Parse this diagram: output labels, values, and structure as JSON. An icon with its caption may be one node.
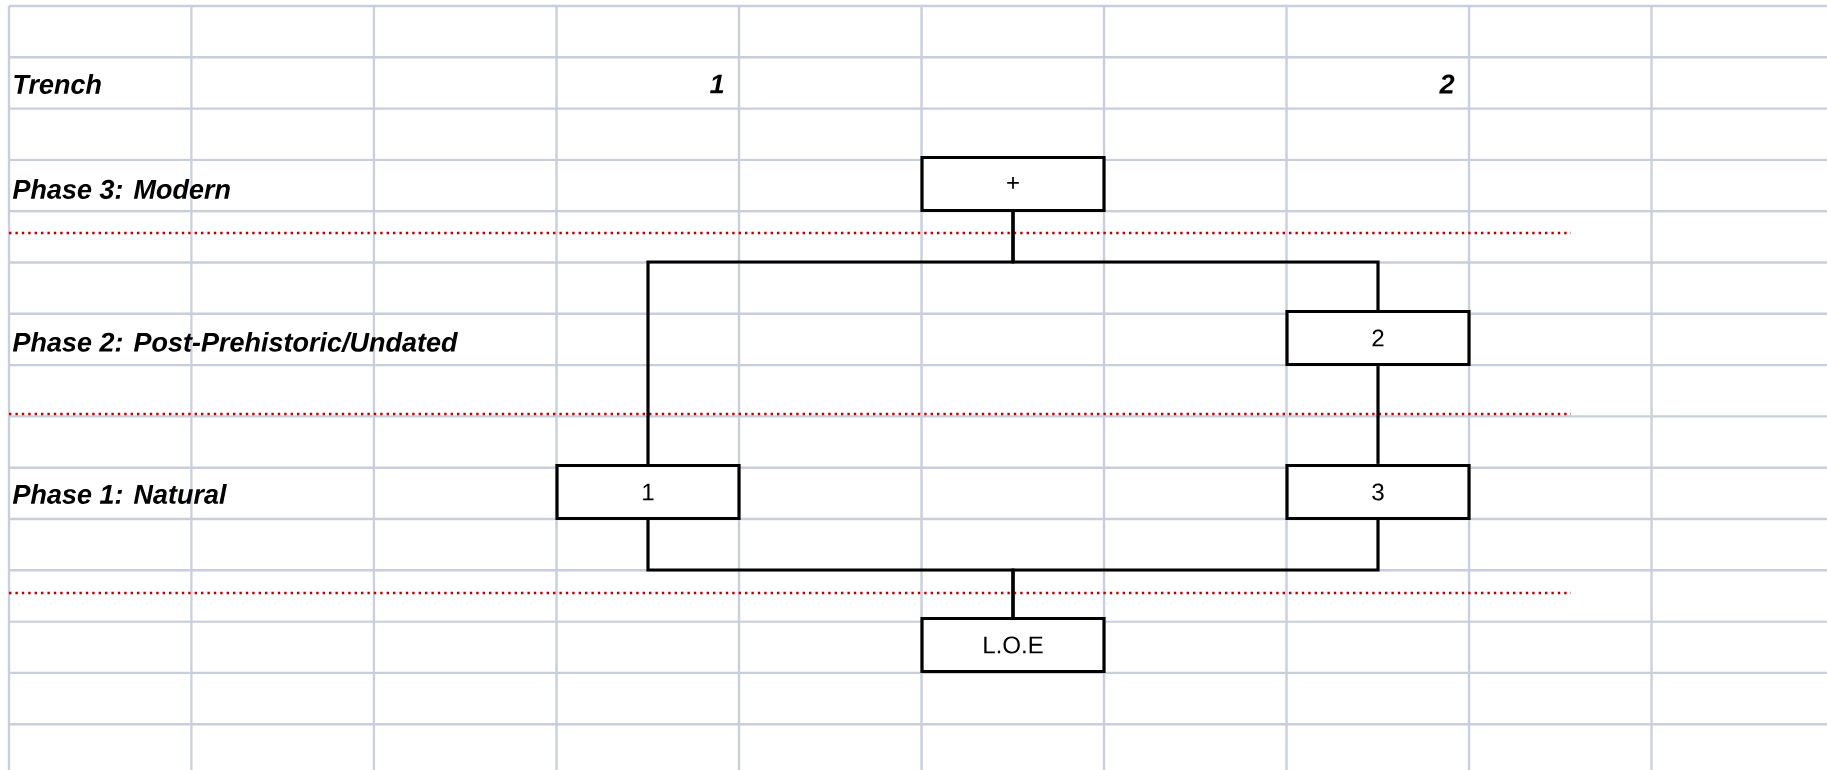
{
  "diagram": {
    "nodes": [
      {
        "text": [
          "+"
        ]
      },
      {
        "text": [
          "2"
        ]
      },
      {
        "text": [
          "1"
        ]
      },
      {
        "text": [
          "3"
        ]
      },
      {
        "text": [
          "L.O.E"
        ]
      }
    ],
    "edges": [
      {
        "from": 0,
        "to": 2,
        "arrow": "none"
      },
      {
        "from": 0,
        "to": 1,
        "arrow": "none"
      },
      {
        "from": 1,
        "to": 3,
        "arrow": "none"
      },
      {
        "from": 2,
        "to": 4,
        "arrow": "none"
      },
      {
        "from": 3,
        "to": 4,
        "arrow": "none"
      }
    ],
    "labels": [
      "Trench",
      "1",
      "2",
      "Phase 3: Modern",
      "Phase 2: Post-Prehistoric/Undated",
      "Phase 1: Natural"
    ]
  }
}
